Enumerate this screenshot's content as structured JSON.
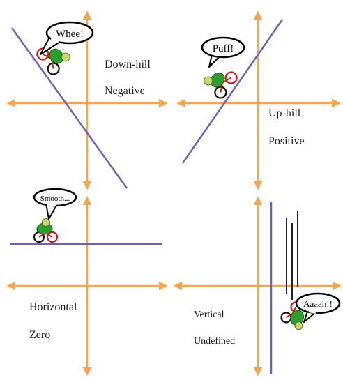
{
  "colors": {
    "axis": "#f2a654",
    "line": "#6a63b5",
    "rider_body": "#2e9e2e",
    "rider_head": "#c8d86a",
    "bike": "#d01818",
    "speed_lines": "#222222"
  },
  "panels": [
    {
      "slope_type": "negative",
      "labels": [
        "Down-hill",
        "Negative"
      ],
      "bubble": "Whee!"
    },
    {
      "slope_type": "positive",
      "labels": [
        "Up-hill",
        "Positive"
      ],
      "bubble": "Puff!"
    },
    {
      "slope_type": "zero",
      "labels": [
        "Horizontal",
        "Zero"
      ],
      "bubble": "Smooth..."
    },
    {
      "slope_type": "undefined",
      "labels": [
        "Vertical",
        "Undefined"
      ],
      "bubble": "Aaaah!!"
    }
  ]
}
